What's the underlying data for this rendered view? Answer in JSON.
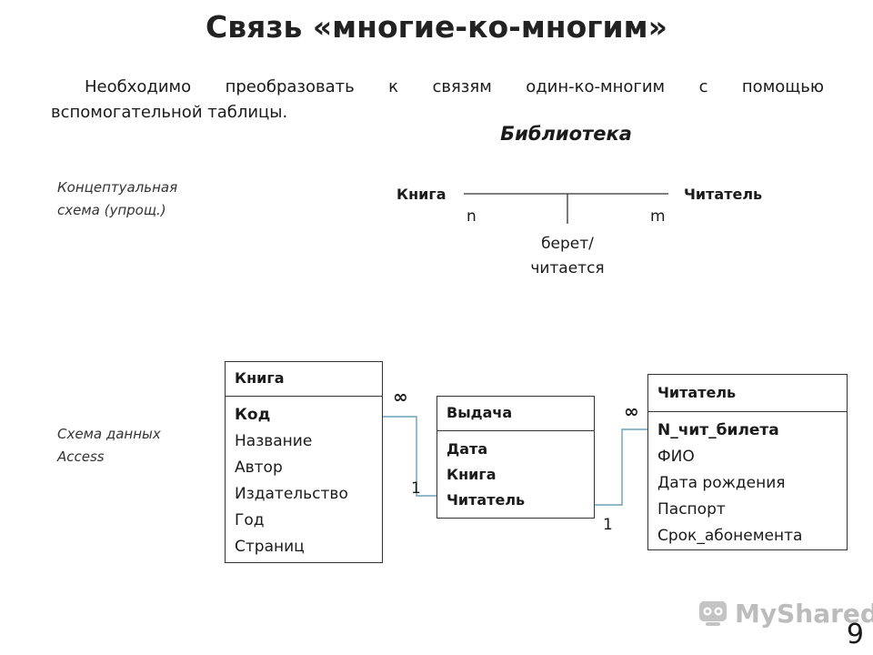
{
  "title": "Связь «многие-ко-многим»",
  "intro": {
    "line1_words": [
      "Необходимо",
      "преобразовать",
      "к",
      "связям",
      "один-ко-многим",
      "с",
      "помощью"
    ],
    "line2": "вспомогательной таблицы."
  },
  "library_title": "Библиотека",
  "conceptual": {
    "label_line1": "Концептуальная",
    "label_line2": "схема (упрощ.)",
    "entity_left": "Книга",
    "entity_right": "Читатель",
    "card_left": "n",
    "card_right": "m",
    "relation_line1": "берет/",
    "relation_line2": "читается"
  },
  "access": {
    "label_line1": "Схема данных",
    "label_line2": "Access",
    "tables": [
      {
        "name": "Книга",
        "fields": [
          "Код",
          "Название",
          "Автор",
          "Издательство",
          "Год",
          "Страниц"
        ]
      },
      {
        "name": "Выдача",
        "fields": [
          "Дата",
          "Книга",
          "Читатель"
        ]
      },
      {
        "name": "Читатель",
        "fields": [
          "N_чит_билета",
          "ФИО",
          "Дата рождения",
          "Паспорт",
          "Срок_абонемента"
        ]
      }
    ],
    "link1": {
      "one": "1",
      "many": "∞"
    },
    "link2": {
      "one": "1",
      "many": "∞"
    },
    "link_color": "#6aa0b8"
  },
  "footer": {
    "logo_text": "MyShared",
    "page_number": "9"
  }
}
